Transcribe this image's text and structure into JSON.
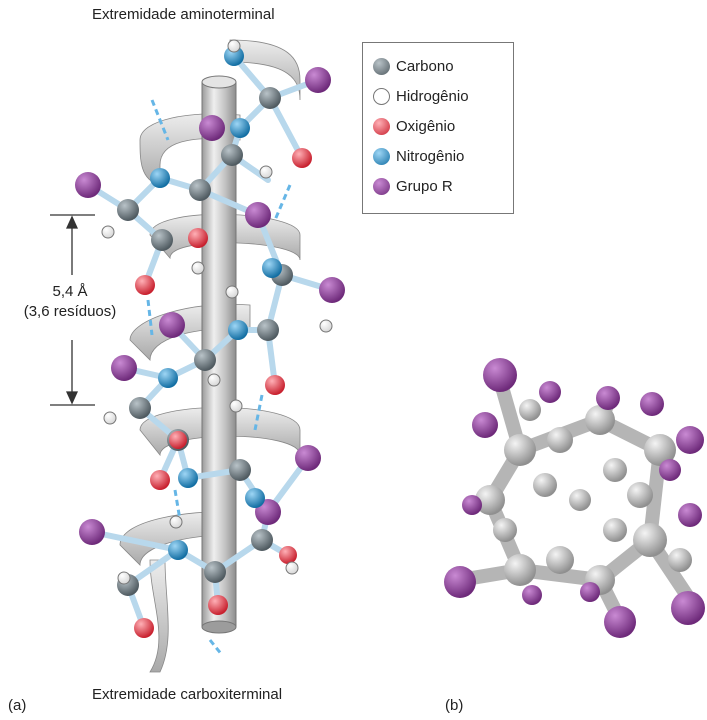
{
  "figure": {
    "top_label": "Extremidade aminoterminal",
    "bottom_label": "Extremidade carboxiterminal",
    "panel_a": "(a)",
    "panel_b": "(b)",
    "measure_line1": "5,4 Å",
    "measure_line2": "(3,6 resíduos)"
  },
  "legend": {
    "items": [
      {
        "label": "Carbono",
        "color": "#6f7a80",
        "icon": "carbon-atom-icon"
      },
      {
        "label": "Hidrogênio",
        "color": "#ffffff",
        "icon": "hydrogen-atom-icon"
      },
      {
        "label": "Oxigênio",
        "color": "#e23a48",
        "icon": "oxygen-atom-icon"
      },
      {
        "label": "Nitrogênio",
        "color": "#1f8fcc",
        "icon": "nitrogen-atom-icon"
      },
      {
        "label": "Grupo R",
        "color": "#8e3f9a",
        "icon": "r-group-atom-icon"
      }
    ]
  },
  "colors": {
    "carbon": "#6f7a80",
    "hydrogen": "#ffffff",
    "oxygen": "#e23a48",
    "nitrogen": "#1f8fcc",
    "r_group": "#8e3f9a",
    "bond": "#b8d8ec",
    "hbond": "#66b6e6",
    "ribbon": "#c9c9c9",
    "rod": "#c4c4c4"
  }
}
